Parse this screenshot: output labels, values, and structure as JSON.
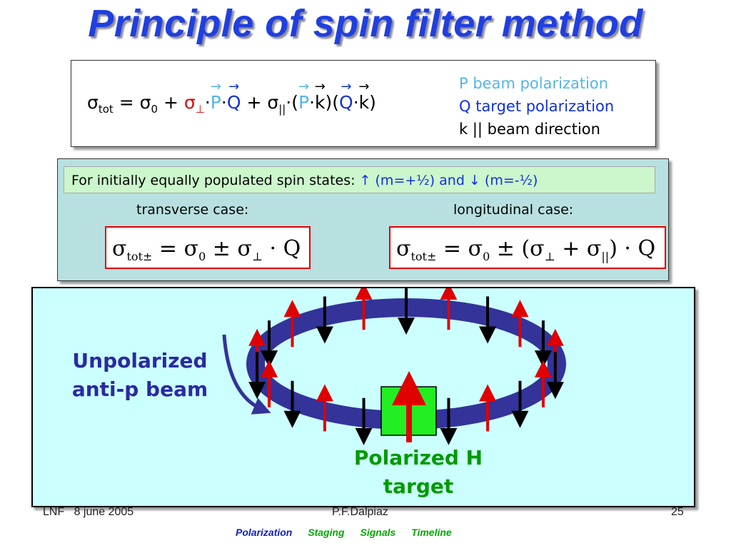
{
  "title": "Principle of spin filter method",
  "formula": {
    "sigma": "σ",
    "tot": "tot",
    "eq": " = σ",
    "zero": "0",
    "plus1": " + ",
    "sperp": "σ",
    "perp": "⊥",
    "dot1": "·",
    "P": "P",
    "dot2": "·",
    "Q": "Q",
    "plus2": " + σ",
    "par": "||",
    "dot3": "·(",
    "P2": "P",
    "dot4": "·",
    "k1": "k",
    "mid": ")(",
    "Q2": "Q",
    "dot5": "·",
    "k2": "k",
    "end": ")"
  },
  "legend": {
    "p": "P beam polarization",
    "q": "Q target polarization",
    "k": "k || beam direction"
  },
  "condition": {
    "text": "For initially equally populated spin states: ",
    "up": "↑",
    "up_m": " (m=+½)",
    "and": " and ",
    "down": "↓",
    "down_m": " (m=-½)"
  },
  "cases": {
    "transverse_label": "transverse case:",
    "longitudinal_label": "longitudinal case:",
    "transverse_eq": {
      "a": "σ",
      "sub": "tot±",
      "b": " = σ",
      "sub0": "0",
      "c": " ± σ",
      "subp": "⊥",
      "d": " · Q"
    },
    "longitudinal_eq": {
      "a": "σ",
      "sub": "tot±",
      "b": " = σ",
      "sub0": "0",
      "c": " ± (σ",
      "subp": "⊥",
      "d": " + σ",
      "subl": "||",
      "e": ") · Q"
    }
  },
  "diagram": {
    "beam_label_1": "Unpolarized",
    "beam_label_2": "anti-p beam",
    "target_label_1": "Polarized H",
    "target_label_2": "target",
    "colors": {
      "ring": "#33339a",
      "up": "#e00000",
      "down": "#000000",
      "target": "#22ee22"
    }
  },
  "footer": {
    "left": "LNF   8 june 2005",
    "author": "P.F.Dalpiaz",
    "page": "25"
  },
  "nav": {
    "items": [
      {
        "label": "Polarization",
        "color": "#1020c0"
      },
      {
        "label": "Staging",
        "color": "#00aa00"
      },
      {
        "label": "Signals",
        "color": "#00aa00"
      },
      {
        "label": "Timeline",
        "color": "#00aa00"
      }
    ]
  }
}
